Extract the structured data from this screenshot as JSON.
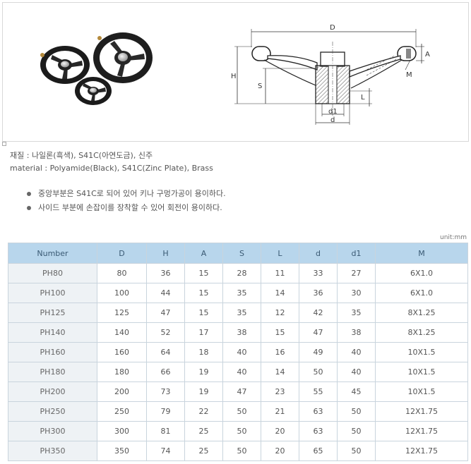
{
  "spec": {
    "korean": "재질 : 나일론(흑색), S41C(아연도금), 신주",
    "english": "material : Polyamide(Black), S41C(Zinc Plate), Brass"
  },
  "features": [
    "중앙부분은 S41C로 되어 있어 키나 구멍가공이 용이하다.",
    "사이드 부분에 손잡이를 장착할 수 있어 회전이 용이하다."
  ],
  "drawing_labels": {
    "D": "D",
    "H": "H",
    "A": "A",
    "S": "S",
    "L": "L",
    "M": "M",
    "d1": "d1",
    "d": "d"
  },
  "unit": "unit:mm",
  "table": {
    "headers": [
      "Number",
      "D",
      "H",
      "A",
      "S",
      "L",
      "d",
      "d1",
      "M"
    ],
    "rows": [
      [
        "PH80",
        "80",
        "36",
        "15",
        "28",
        "11",
        "33",
        "27",
        "6X1.0"
      ],
      [
        "PH100",
        "100",
        "44",
        "15",
        "35",
        "14",
        "36",
        "30",
        "6X1.0"
      ],
      [
        "PH125",
        "125",
        "47",
        "15",
        "35",
        "12",
        "42",
        "35",
        "8X1.25"
      ],
      [
        "PH140",
        "140",
        "52",
        "17",
        "38",
        "15",
        "47",
        "38",
        "8X1.25"
      ],
      [
        "PH160",
        "160",
        "64",
        "18",
        "40",
        "16",
        "49",
        "40",
        "10X1.5"
      ],
      [
        "PH180",
        "180",
        "66",
        "19",
        "40",
        "14",
        "50",
        "40",
        "10X1.5"
      ],
      [
        "PH200",
        "200",
        "73",
        "19",
        "47",
        "23",
        "55",
        "45",
        "10X1.5"
      ],
      [
        "PH250",
        "250",
        "79",
        "22",
        "50",
        "21",
        "63",
        "50",
        "12X1.75"
      ],
      [
        "PH300",
        "300",
        "81",
        "25",
        "50",
        "20",
        "63",
        "50",
        "12X1.75"
      ],
      [
        "PH350",
        "350",
        "74",
        "25",
        "50",
        "20",
        "65",
        "50",
        "12X1.75"
      ]
    ]
  }
}
